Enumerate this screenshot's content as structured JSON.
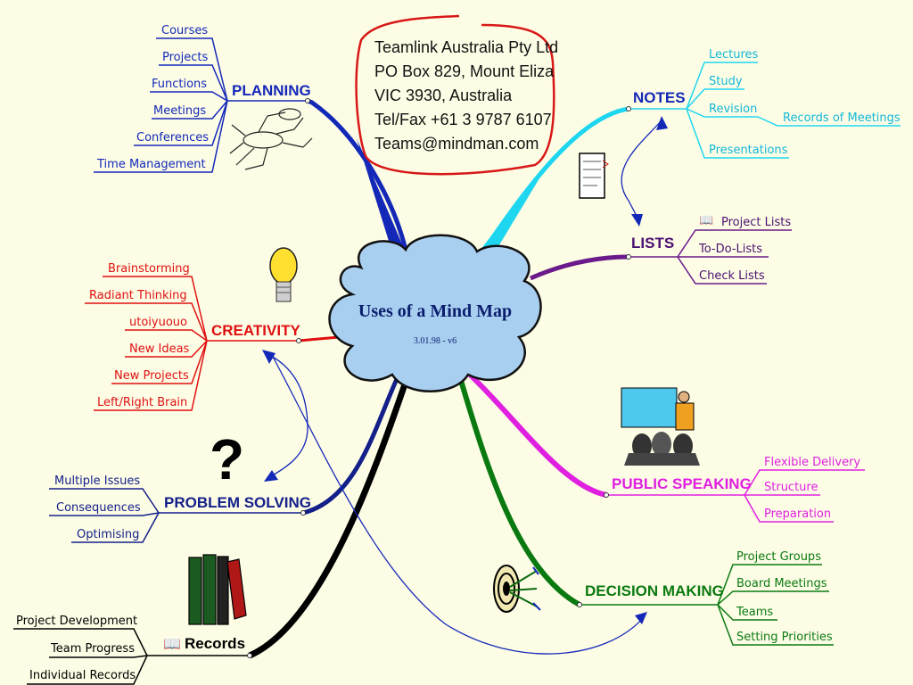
{
  "center": {
    "title": "Uses of a Mind Map",
    "subtitle": "3.01.98 - v6"
  },
  "contact": {
    "lines": [
      "Teamlink Australia Pty Ltd",
      "PO Box 829, Mount Eliza",
      "VIC 3930, Australia",
      "Tel/Fax +61 3 9787 6107",
      "Teams@mindman.com"
    ]
  },
  "colors": {
    "planning": "#1428b8",
    "notes": "#1fd6f0",
    "lists": "#6a1a8a",
    "creativity": "#e01010",
    "public_speaking": "#e020e0",
    "problem_solving": "#14208a",
    "decision_making": "#0a7a10",
    "records": "#000000",
    "cloud": "#a9cff0",
    "background": "#fdfde6"
  },
  "branches": {
    "planning": {
      "label": "PLANNING",
      "items": [
        "Courses",
        "Projects",
        "Functions",
        "Meetings",
        "Conferences",
        "Time Management"
      ]
    },
    "notes": {
      "label": "NOTES",
      "items": [
        "Lectures",
        "Study",
        "Revision",
        "Presentations"
      ],
      "sub_item": "Records of Meetings"
    },
    "lists": {
      "label": "LISTS",
      "items": [
        "Project Lists",
        "To-Do-Lists",
        "Check Lists"
      ]
    },
    "creativity": {
      "label": "CREATIVITY",
      "items": [
        "Brainstorming",
        "Radiant Thinking",
        "utoiyuouo",
        "New Ideas",
        "New Projects",
        "Left/Right Brain"
      ]
    },
    "public_speaking": {
      "label": "PUBLIC SPEAKING",
      "items": [
        "Flexible Delivery",
        "Structure",
        "Preparation"
      ]
    },
    "problem_solving": {
      "label": "PROBLEM SOLVING",
      "items": [
        "Multiple Issues",
        "Consequences",
        "Optimising"
      ]
    },
    "decision_making": {
      "label": "DECISION MAKING",
      "items": [
        "Project Groups",
        "Board Meetings",
        "Teams",
        "Setting Priorities"
      ]
    },
    "records": {
      "label": "Records",
      "items": [
        "Project Development",
        "Team Progress",
        "Individual Records"
      ]
    }
  },
  "icons": [
    "mini-mindmap-icon",
    "lightbulb-icon",
    "question-mark-icon",
    "books-icon",
    "document-list-icon",
    "presentation-icon",
    "target-dart-icon",
    "book-icon"
  ]
}
